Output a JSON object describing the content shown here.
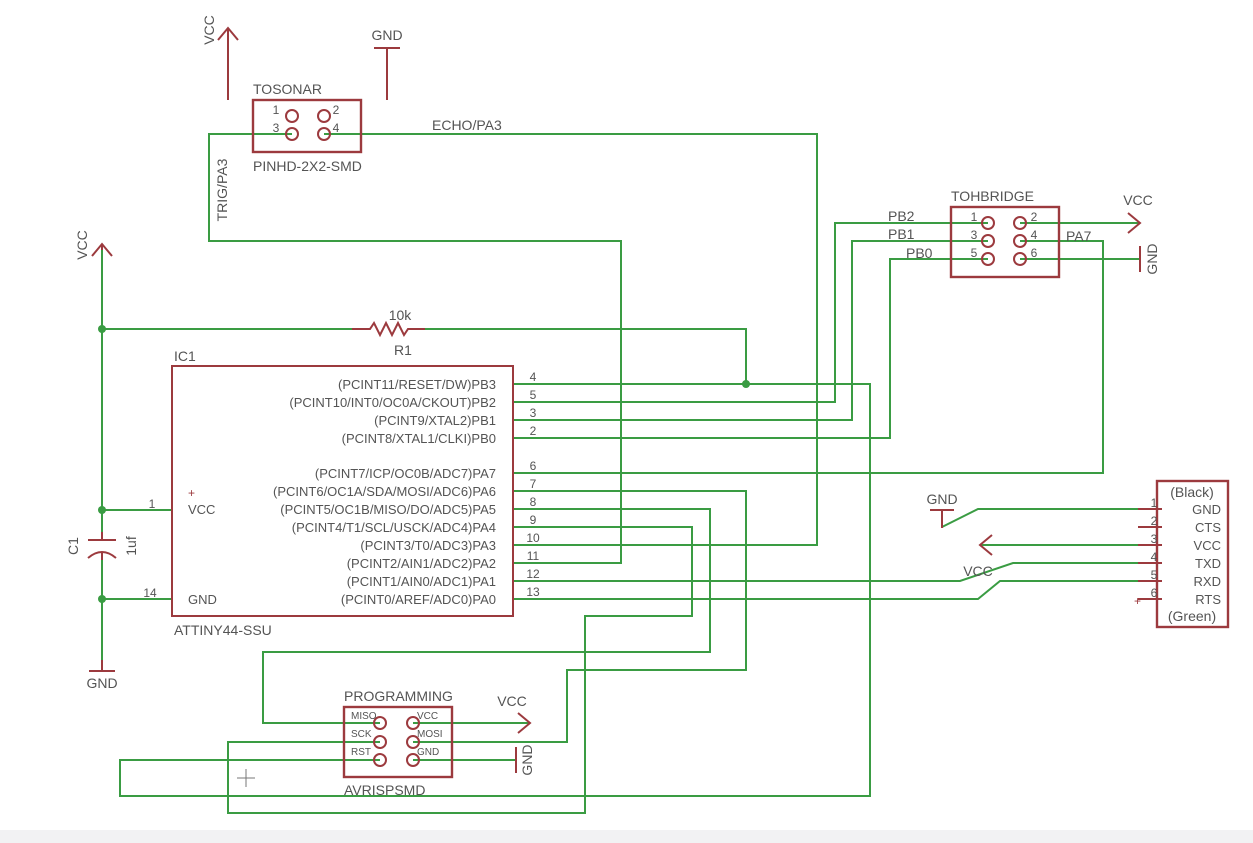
{
  "colors": {
    "wire": "#3a9c43",
    "symbol": "#9c3a3e",
    "text": "#545454",
    "background": "#ffffff"
  },
  "ic1": {
    "name": "IC1",
    "value": "ATTINY44-SSU",
    "left_pins": [
      {
        "num": "1",
        "label": "VCC"
      },
      {
        "num": "14",
        "label": "GND"
      }
    ],
    "right_pins": [
      {
        "num": "4",
        "label": "(PCINT11/RESET/DW)PB3"
      },
      {
        "num": "5",
        "label": "(PCINT10/INT0/OC0A/CKOUT)PB2"
      },
      {
        "num": "3",
        "label": "(PCINT9/XTAL2)PB1"
      },
      {
        "num": "2",
        "label": "(PCINT8/XTAL1/CLKI)PB0"
      },
      {
        "num": "6",
        "label": "(PCINT7/ICP/OC0B/ADC7)PA7"
      },
      {
        "num": "7",
        "label": "(PCINT6/OC1A/SDA/MOSI/ADC6)PA6"
      },
      {
        "num": "8",
        "label": "(PCINT5/OC1B/MISO/DO/ADC5)PA5"
      },
      {
        "num": "9",
        "label": "(PCINT4/T1/SCL/USCK/ADC4)PA4"
      },
      {
        "num": "10",
        "label": "(PCINT3/T0/ADC3)PA3"
      },
      {
        "num": "11",
        "label": "(PCINT2/AIN1/ADC2)PA2"
      },
      {
        "num": "12",
        "label": "(PCINT1/AIN0/ADC1)PA1"
      },
      {
        "num": "13",
        "label": "(PCINT0/AREF/ADC0)PA0"
      }
    ]
  },
  "tosonar": {
    "name": "TOSONAR",
    "value": "PINHD-2X2-SMD",
    "pins": [
      "1",
      "2",
      "3",
      "4"
    ],
    "net_echo": "ECHO/PA3",
    "net_trig": "TRIG/PA3"
  },
  "tohbridge": {
    "name": "TOHBRIDGE",
    "pins": [
      "1",
      "2",
      "3",
      "4",
      "5",
      "6"
    ],
    "nets": {
      "pb2": "PB2",
      "pb1": "PB1",
      "pb0": "PB0",
      "pa7": "PA7"
    }
  },
  "programming": {
    "name": "PROGRAMMING",
    "value": "AVRISPSMD",
    "pins": {
      "miso": "MISO",
      "vcc": "VCC",
      "sck": "SCK",
      "mosi": "MOSI",
      "rst": "RST",
      "gnd": "GND"
    }
  },
  "ftdi": {
    "top": "(Black)",
    "bottom": "(Green)",
    "pins": [
      {
        "num": "1",
        "label": "GND"
      },
      {
        "num": "2",
        "label": "CTS"
      },
      {
        "num": "3",
        "label": "VCC"
      },
      {
        "num": "4",
        "label": "TXD"
      },
      {
        "num": "5",
        "label": "RXD"
      },
      {
        "num": "6",
        "label": "RTS"
      }
    ]
  },
  "r1": {
    "name": "R1",
    "value": "10k"
  },
  "c1": {
    "name": "C1",
    "value": "1uf"
  },
  "supplies": {
    "vcc": "VCC",
    "gnd": "GND"
  }
}
